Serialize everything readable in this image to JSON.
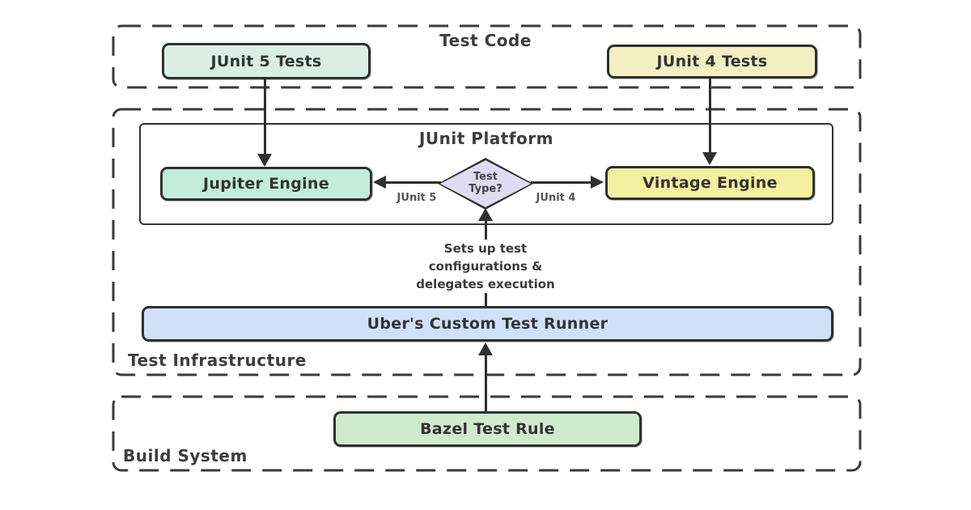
{
  "groups": {
    "test_code": {
      "label": "Test Code"
    },
    "junit_platform": {
      "label": "JUnit Platform"
    },
    "test_infrastructure": {
      "label": "Test Infrastructure"
    },
    "build_system": {
      "label": "Build System"
    }
  },
  "nodes": {
    "junit5_tests": {
      "label": "JUnit 5 Tests",
      "fill": "#daeee6"
    },
    "junit4_tests": {
      "label": "JUnit 4 Tests",
      "fill": "#f4efc2"
    },
    "jupiter_engine": {
      "label": "Jupiter Engine",
      "fill": "#c4ecdc"
    },
    "vintage_engine": {
      "label": "Vintage Engine",
      "fill": "#f5efa0"
    },
    "test_type": {
      "label": "Test Type?",
      "fill": "#dedbf2"
    },
    "test_runner": {
      "label": "Uber's Custom Test Runner",
      "fill": "#cfe1f8"
    },
    "bazel_rule": {
      "label": "Bazel Test Rule",
      "fill": "#ceeccb"
    }
  },
  "edge_labels": {
    "junit5": "JUnit 5",
    "junit4": "JUnit 4",
    "runner_note": "Sets up test configurations & delegates execution"
  },
  "colors": {
    "background": "#ffffff",
    "line": "#2f2f2f",
    "border": "#333333"
  }
}
